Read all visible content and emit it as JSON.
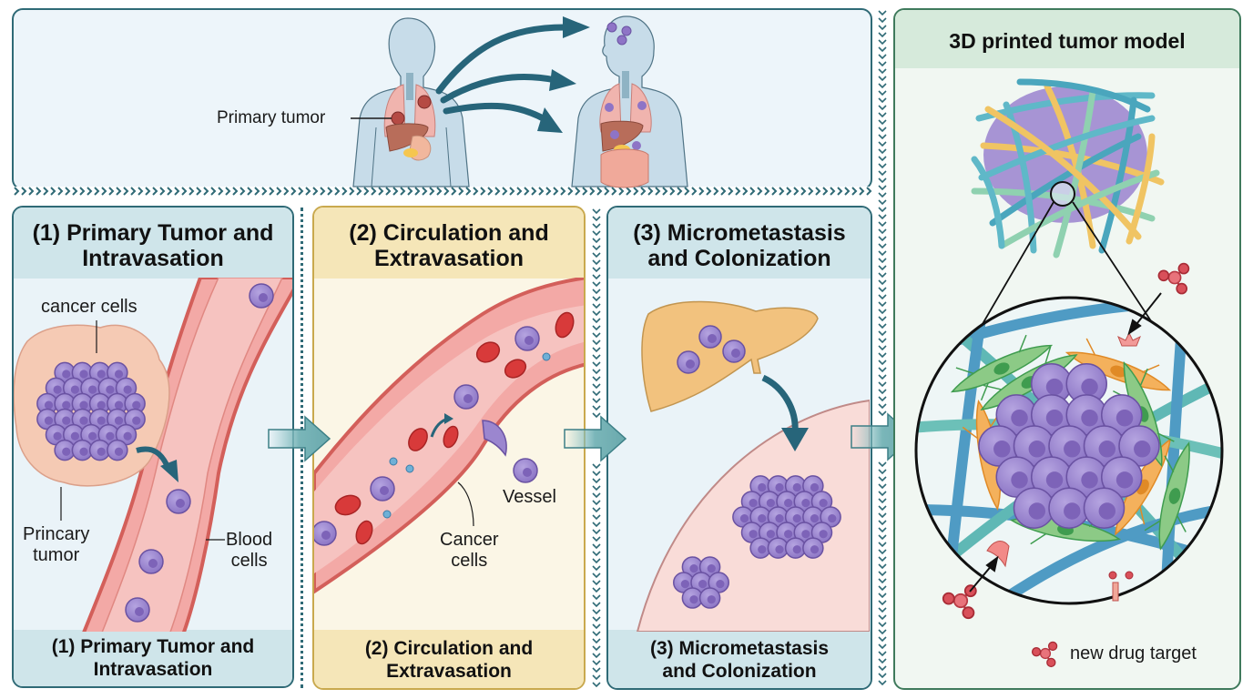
{
  "top_panel": {
    "primary_tumor_label": "Primary tumor"
  },
  "panels": [
    {
      "title": "(1) Primary Tumor and\nIntravasation",
      "footer": "(1) Primary Tumor and\nIntravasation",
      "labels": {
        "cancer_cells": "cancer cells",
        "primary_tumor": "Princary\ntumor",
        "blood_cells": "Blood\ncells"
      }
    },
    {
      "title": "(2) Circulation and\nExtravasation",
      "footer": "(2) Circulation and\nExtravasation",
      "labels": {
        "vessel": "Vessel",
        "cancer_cells": "Cancer\ncells"
      }
    },
    {
      "title": "(3) Micrometastasis\nand Colonization",
      "footer": "(3) Micrometastasis\nand Colonization",
      "labels": {}
    }
  ],
  "model_panel": {
    "title": "3D printed tumor model",
    "legend_label": "new drug target"
  },
  "colors": {
    "panel1_header": "#cfe5ea",
    "panel2_header": "#f5e6b8",
    "panel3_header": "#cfe5ea",
    "model_header": "#d6eadb",
    "border_teal": "#2f6a76",
    "arrow_dark": "#27657a",
    "cancer_cell": "#9b86cf",
    "red_blood_cell": "#d83a3a",
    "drug_target": "#d9505a"
  }
}
